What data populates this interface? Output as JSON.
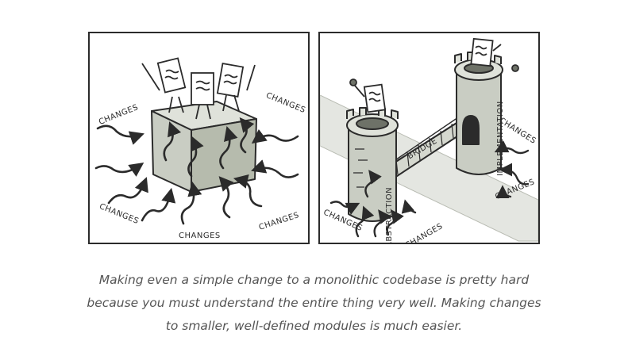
{
  "colors": {
    "stroke": "#2b2b2b",
    "stone": "#c9cdc3",
    "stone_dark": "#aeb3a6",
    "road": "#e4e6e1",
    "caption": "#555555"
  },
  "left_panel": {
    "labels": {
      "changes_top_left": "CHANGES",
      "changes_top_right": "CHANGES",
      "changes_bottom_left": "CHANGES",
      "changes_bottom": "CHANGES",
      "changes_bottom_right": "CHANGES"
    }
  },
  "right_panel": {
    "tower_left_label": "ABSTRACTION",
    "tower_right_label": "IMPLEMENTATION",
    "bridge_label": "BRIDGE",
    "labels": {
      "changes_bottom_left": "CHANGES",
      "changes_bottom_mid": "CHANGES",
      "changes_right_top": "CHANGES",
      "changes_right_bottom": "CHANGES"
    }
  },
  "caption": {
    "line1": "Making even a simple change to a monolithic codebase is pretty hard",
    "line2": "because you must understand the entire thing very well. Making changes",
    "line3": "to smaller, well-defined modules is much easier."
  }
}
